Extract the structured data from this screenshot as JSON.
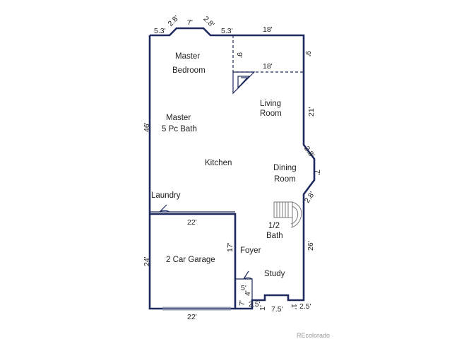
{
  "rooms": {
    "master": "Master",
    "bedroom": "Bedroom",
    "master_bath_1": "Master",
    "master_bath_2": "5 Pc Bath",
    "living_1": "Living",
    "living_2": "Room",
    "kitchen": "Kitchen",
    "dining_1": "Dining",
    "dining_2": "Room",
    "laundry": "Laundry",
    "half_bath_1": "1/2",
    "half_bath_2": "Bath",
    "foyer": "Foyer",
    "study": "Study",
    "garage": "2 Car Garage"
  },
  "dimensions": {
    "top_5_3_left": "5.3'",
    "top_2_8_left": "2.8'",
    "top_7": "7'",
    "top_2_8_right": "2.8'",
    "top_5_3_right": "5.3'",
    "top_18": "18'",
    "inner_9": "9'",
    "inner_18": "18'",
    "right_9": "9'",
    "right_21": "21'",
    "right_2_8_top": "2.8'",
    "right_7": "7'",
    "right_2_8_bottom": "2.8'",
    "right_26": "26'",
    "left_46": "46'",
    "left_24": "24'",
    "garage_22_top": "22'",
    "garage_17": "17'",
    "garage_22_bottom": "22'",
    "entry_5": "5'",
    "entry_4": "4'",
    "entry_7": "7'",
    "entry_2_5": "2.5'",
    "bottom_1_left": "1'",
    "bottom_7_5": "7.5'",
    "bottom_1_right": "1'",
    "bottom_2_5": "2.5'"
  },
  "watermark": "REcolorado"
}
